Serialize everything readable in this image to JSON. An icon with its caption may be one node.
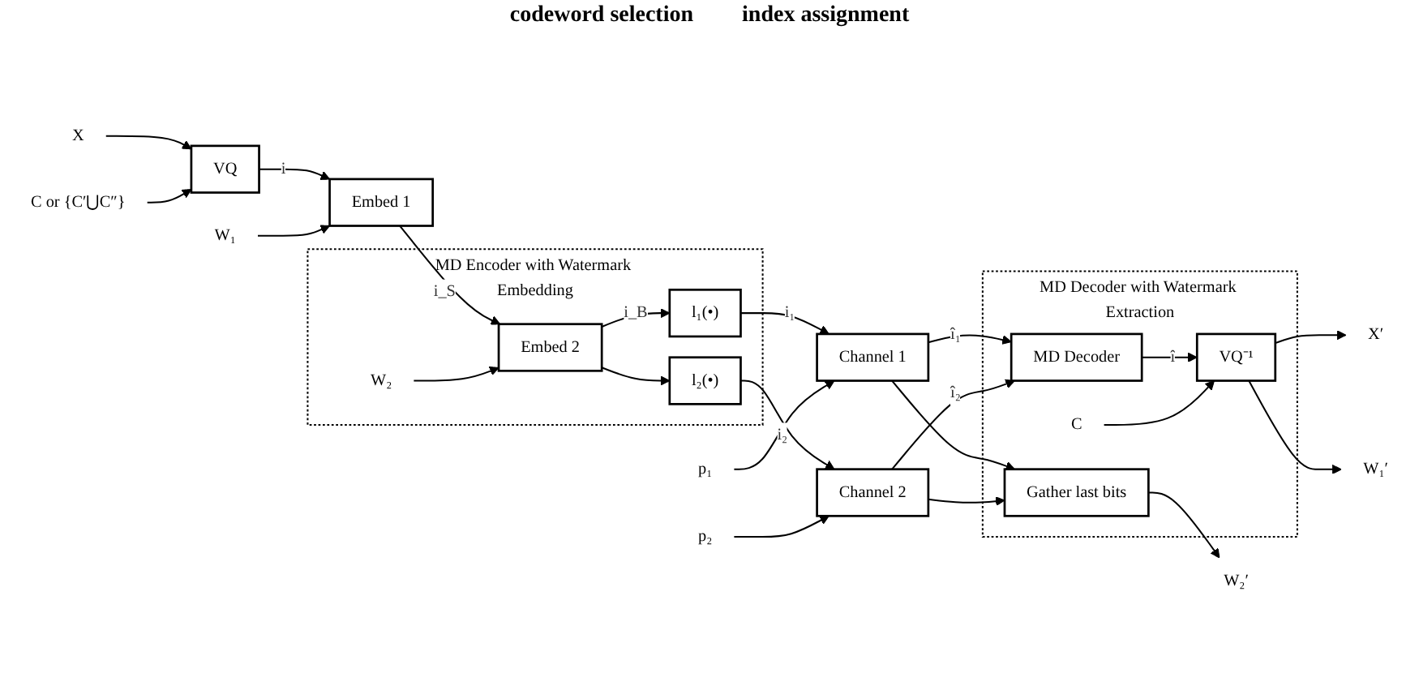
{
  "diagram": {
    "nodes": [
      {
        "text": [
          "X"
        ]
      },
      {
        "text": [
          "VQ"
        ]
      },
      {
        "text": [
          "C or {C′⋃C″}"
        ]
      },
      {
        "text": [
          "Embed 1"
        ]
      },
      {
        "text": [
          "W₁"
        ]
      },
      {
        "text": [
          "MD Encoder with Watermark Embedding"
        ]
      },
      {
        "text": [
          "Embed 2"
        ],
        "in": 5
      },
      {
        "text": [
          "W₂"
        ],
        "in": 5
      },
      {
        "text": [
          "l₁(•)"
        ],
        "in": 5
      },
      {
        "text": [
          "l₂(•)"
        ],
        "in": 5
      },
      {
        "text": [
          "p₁"
        ]
      },
      {
        "text": [
          "Channel 1"
        ]
      },
      {
        "text": [
          "Channel 2"
        ]
      },
      {
        "text": [
          "p₂"
        ]
      },
      {
        "text": [
          "MD Decoder with Watermark Extraction"
        ]
      },
      {
        "text": [
          "C"
        ],
        "in": 14
      },
      {
        "text": [
          "MD Decoder"
        ],
        "in": 14
      },
      {
        "text": [
          "VQ⁻¹"
        ],
        "in": 14
      },
      {
        "text": [
          "Gather last bits"
        ],
        "in": 14
      },
      {
        "text": [
          "X′"
        ]
      },
      {
        "text": [
          "W₁′"
        ]
      },
      {
        "text": [
          "W₂′"
        ]
      }
    ],
    "edges": [
      {
        "from": 0,
        "to": 1,
        "arrow": "to"
      },
      {
        "from": 2,
        "to": 1,
        "arrow": "to"
      },
      {
        "from": 1,
        "to": 3,
        "arrow": "to",
        "label": "i"
      },
      {
        "from": 4,
        "to": 3,
        "arrow": "to"
      },
      {
        "from": 3,
        "to": 6,
        "arrow": "to",
        "label": "i_S"
      },
      {
        "from": 7,
        "to": 6,
        "arrow": "to"
      },
      {
        "from": 6,
        "to": 8,
        "arrow": "to",
        "label": "i_B"
      },
      {
        "from": 6,
        "to": 9,
        "arrow": "to"
      },
      {
        "from": 8,
        "to": 11,
        "arrow": "to",
        "label": "i₁"
      },
      {
        "from": 9,
        "to": 12,
        "arrow": "to",
        "label": "i₂"
      },
      {
        "from": 10,
        "to": 11,
        "arrow": "to"
      },
      {
        "from": 13,
        "to": 12,
        "arrow": "to"
      },
      {
        "from": 11,
        "to": 16,
        "arrow": "to",
        "label": "î₁"
      },
      {
        "from": 11,
        "to": 18,
        "arrow": "to"
      },
      {
        "from": 12,
        "to": 16,
        "arrow": "to",
        "label": "î₂"
      },
      {
        "from": 12,
        "to": 18,
        "arrow": "to"
      },
      {
        "from": 16,
        "to": 17,
        "arrow": "to",
        "label": "î"
      },
      {
        "from": 15,
        "to": 17,
        "arrow": "to"
      },
      {
        "from": 17,
        "to": 19,
        "arrow": "to"
      },
      {
        "from": 17,
        "to": 20,
        "arrow": "to"
      },
      {
        "from": 18,
        "to": 21,
        "arrow": "to"
      }
    ],
    "labels": [
      "codeword selection",
      "index assignment"
    ]
  }
}
